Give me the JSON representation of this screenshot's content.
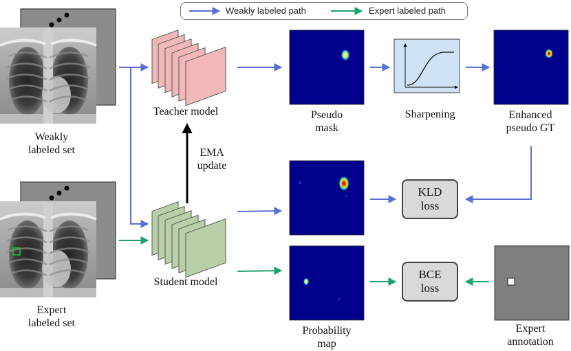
{
  "legend": {
    "weak_label": "Weakly labeled path",
    "expert_label": "Expert labeled path"
  },
  "colors": {
    "weak_path": "#5b6fd3",
    "expert_path": "#1aa36a",
    "teacher_model": "#f2b8b8",
    "student_model": "#b9cfa8",
    "heatmap_background": "#00008b",
    "sharpening_panel": "#cfe2f3",
    "loss_box": "#d9d9d9",
    "annotation_panel": "#7f7f7f",
    "ema_arrow": "#000000"
  },
  "inputs": {
    "weak_set_label": "Weakly\nlabeled set",
    "expert_set_label": "Expert\nlabeled set"
  },
  "models": {
    "teacher_label": "Teacher model",
    "student_label": "Student model",
    "ema_label": "EMA\nupdate"
  },
  "maps": {
    "pseudo_mask_label": "Pseudo\nmask",
    "sharpening_label": "Sharpening",
    "enhanced_label": "Enhanced\npseudo GT",
    "probability_label": "Probability\nmap",
    "expert_annotation_label": "Expert\nannotation"
  },
  "losses": {
    "kld": "KLD\nloss",
    "bce": "BCE\nloss"
  }
}
